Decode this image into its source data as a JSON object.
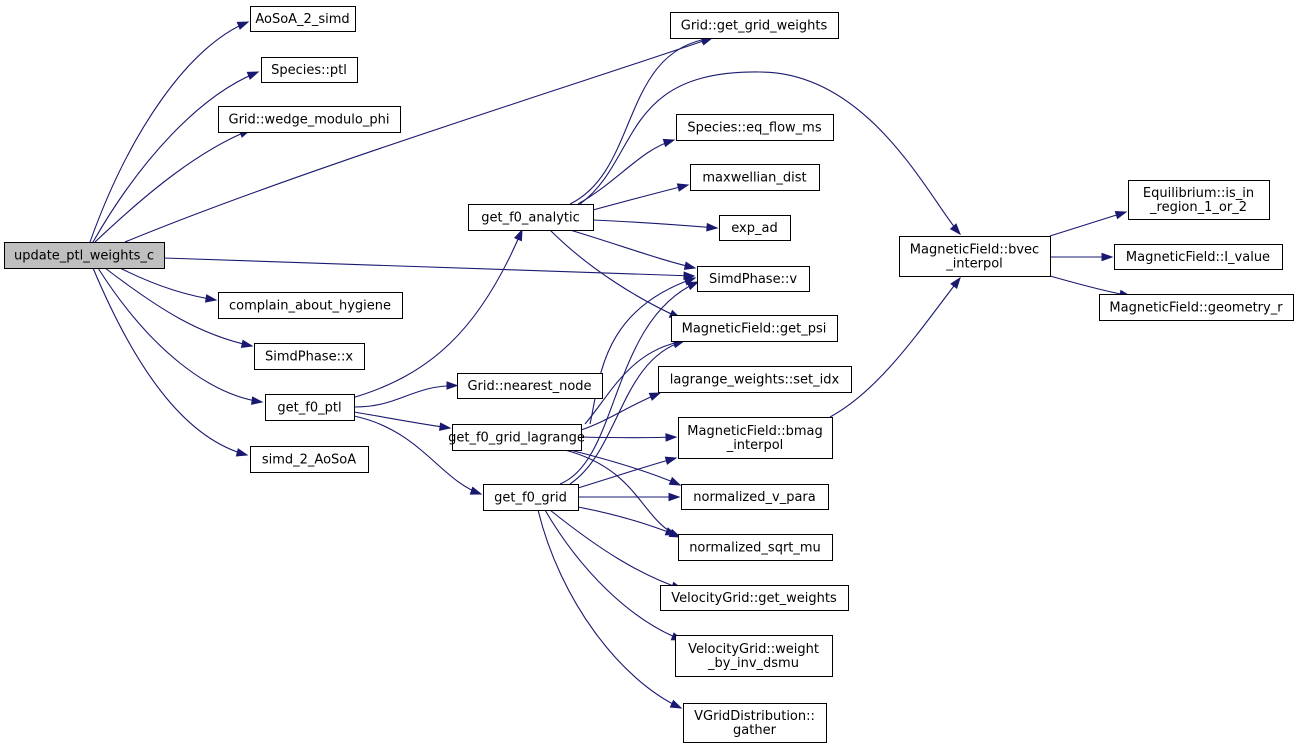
{
  "diagram": {
    "nodes": [
      {
        "id": "root",
        "lines": [
          "update_ptl_weights_c"
        ],
        "highlight": true
      },
      {
        "id": "aosoa",
        "lines": [
          "AoSoA_2_simd"
        ]
      },
      {
        "id": "species_ptl",
        "lines": [
          "Species::ptl"
        ]
      },
      {
        "id": "wedge",
        "lines": [
          "Grid::wedge_modulo_phi"
        ]
      },
      {
        "id": "complain",
        "lines": [
          "complain_about_hygiene"
        ]
      },
      {
        "id": "simd_x",
        "lines": [
          "SimdPhase::x"
        ]
      },
      {
        "id": "get_f0_ptl",
        "lines": [
          "get_f0_ptl"
        ]
      },
      {
        "id": "simd2aosoa",
        "lines": [
          "simd_2_AoSoA"
        ]
      },
      {
        "id": "analytic",
        "lines": [
          "get_f0_analytic"
        ]
      },
      {
        "id": "nearest",
        "lines": [
          "Grid::nearest_node"
        ]
      },
      {
        "id": "lagrange",
        "lines": [
          "get_f0_grid_lagrange"
        ]
      },
      {
        "id": "f0grid",
        "lines": [
          "get_f0_grid"
        ]
      },
      {
        "id": "grid_weights",
        "lines": [
          "Grid::get_grid_weights"
        ]
      },
      {
        "id": "eq_flow",
        "lines": [
          "Species::eq_flow_ms"
        ]
      },
      {
        "id": "maxwellian",
        "lines": [
          "maxwellian_dist"
        ]
      },
      {
        "id": "exp_ad",
        "lines": [
          "exp_ad"
        ]
      },
      {
        "id": "simd_v",
        "lines": [
          "SimdPhase::v"
        ]
      },
      {
        "id": "get_psi",
        "lines": [
          "MagneticField::get_psi"
        ]
      },
      {
        "id": "set_idx",
        "lines": [
          "lagrange_weights::set_idx"
        ]
      },
      {
        "id": "bmag",
        "lines": [
          "MagneticField::bmag",
          "_interpol"
        ]
      },
      {
        "id": "nvpara",
        "lines": [
          "normalized_v_para"
        ]
      },
      {
        "id": "nsqrtmu",
        "lines": [
          "normalized_sqrt_mu"
        ]
      },
      {
        "id": "vg_weights",
        "lines": [
          "VelocityGrid::get_weights"
        ]
      },
      {
        "id": "vg_weight_inv",
        "lines": [
          "VelocityGrid::weight",
          "_by_inv_dsmu"
        ]
      },
      {
        "id": "vgd_gather",
        "lines": [
          "VGridDistribution::",
          "gather"
        ]
      },
      {
        "id": "bvec",
        "lines": [
          "MagneticField::bvec",
          "_interpol"
        ]
      },
      {
        "id": "eq_region",
        "lines": [
          "Equilibrium::is_in",
          "_region_1_or_2"
        ]
      },
      {
        "id": "i_value",
        "lines": [
          "MagneticField::I_value"
        ]
      },
      {
        "id": "geometry_r",
        "lines": [
          "MagneticField::geometry_r"
        ]
      }
    ],
    "edges": [
      [
        "root",
        "aosoa"
      ],
      [
        "root",
        "species_ptl"
      ],
      [
        "root",
        "wedge"
      ],
      [
        "root",
        "grid_weights"
      ],
      [
        "root",
        "simd_v"
      ],
      [
        "root",
        "complain"
      ],
      [
        "root",
        "simd_x"
      ],
      [
        "root",
        "get_f0_ptl"
      ],
      [
        "root",
        "simd2aosoa"
      ],
      [
        "get_f0_ptl",
        "analytic"
      ],
      [
        "get_f0_ptl",
        "nearest"
      ],
      [
        "get_f0_ptl",
        "lagrange"
      ],
      [
        "get_f0_ptl",
        "f0grid"
      ],
      [
        "analytic",
        "grid_weights"
      ],
      [
        "analytic",
        "bvec"
      ],
      [
        "analytic",
        "eq_flow"
      ],
      [
        "analytic",
        "maxwellian"
      ],
      [
        "analytic",
        "exp_ad"
      ],
      [
        "analytic",
        "simd_v"
      ],
      [
        "analytic",
        "get_psi"
      ],
      [
        "lagrange",
        "simd_v"
      ],
      [
        "lagrange",
        "get_psi"
      ],
      [
        "lagrange",
        "set_idx"
      ],
      [
        "lagrange",
        "bmag"
      ],
      [
        "lagrange",
        "nvpara"
      ],
      [
        "lagrange",
        "nsqrtmu"
      ],
      [
        "f0grid",
        "simd_v"
      ],
      [
        "f0grid",
        "get_psi"
      ],
      [
        "f0grid",
        "bmag"
      ],
      [
        "f0grid",
        "nvpara"
      ],
      [
        "f0grid",
        "nsqrtmu"
      ],
      [
        "f0grid",
        "vg_weights"
      ],
      [
        "f0grid",
        "vg_weight_inv"
      ],
      [
        "f0grid",
        "vgd_gather"
      ],
      [
        "bmag",
        "bvec"
      ],
      [
        "bvec",
        "eq_region"
      ],
      [
        "bvec",
        "i_value"
      ],
      [
        "bvec",
        "geometry_r"
      ]
    ]
  }
}
